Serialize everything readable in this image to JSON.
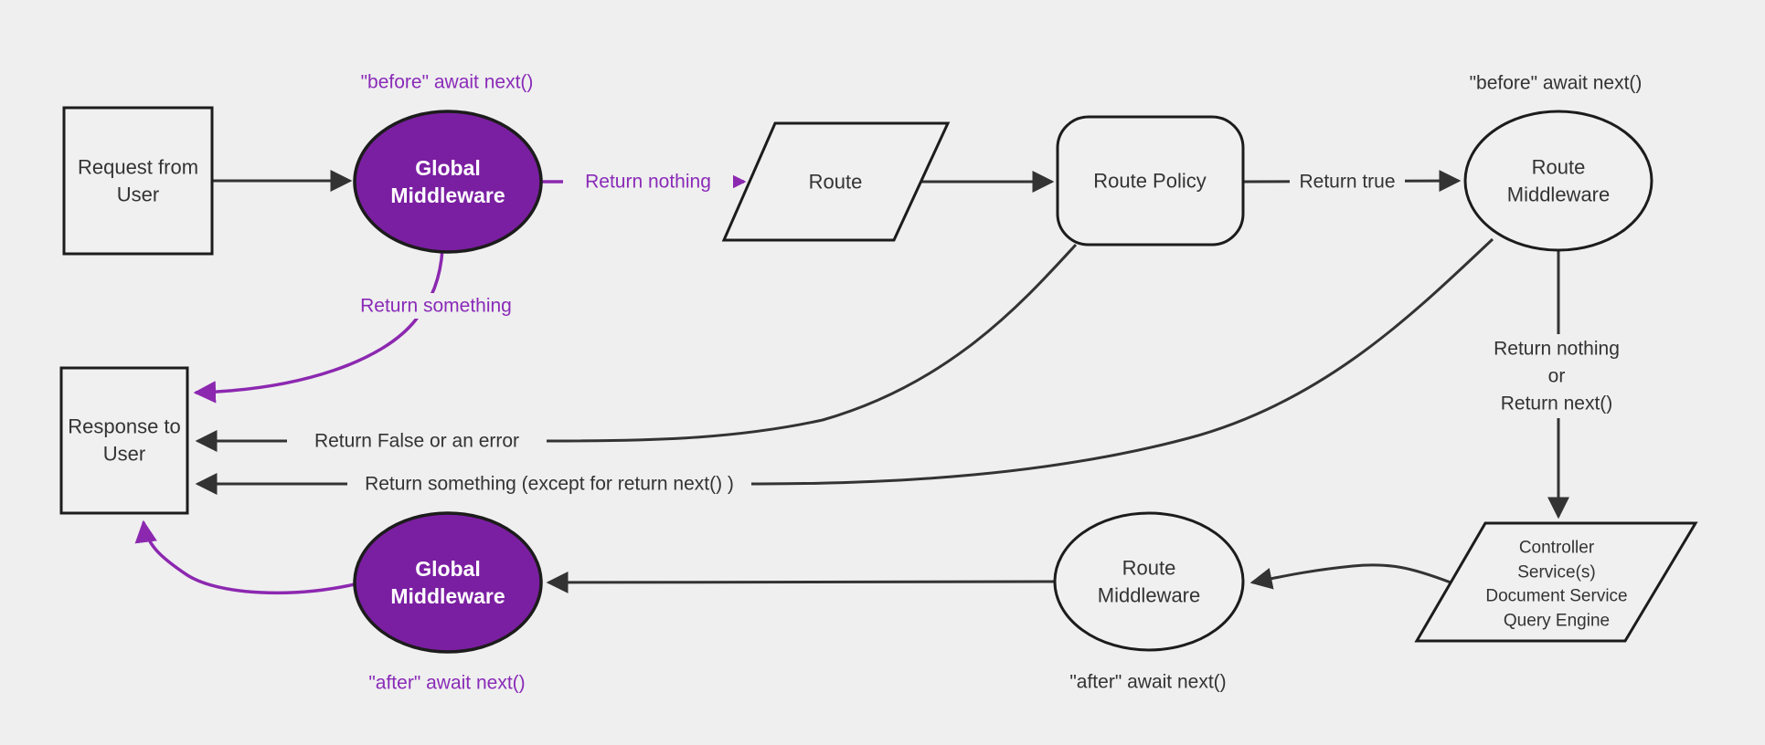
{
  "colors": {
    "background": "#efefef",
    "node_fill": "#f0f0f0",
    "node_border": "#1c1c1c",
    "line": "#333333",
    "text": "#333333",
    "purple_fill": "#7b1fa2",
    "purple_line": "#8c28b0",
    "purple_text": "#8a2bb8",
    "white_text": "#ffffff"
  },
  "nodes": {
    "request_from_user": {
      "lines": [
        "Request from",
        "User"
      ]
    },
    "global_middleware_top": {
      "lines": [
        "Global",
        "Middleware"
      ]
    },
    "route": {
      "label": "Route"
    },
    "route_policy": {
      "label": "Route Policy"
    },
    "route_middleware_top": {
      "lines": [
        "Route",
        "Middleware"
      ]
    },
    "controller_services": {
      "lines": [
        "Controller",
        "Service(s)",
        "Document Service",
        "Query Engine"
      ]
    },
    "route_middleware_bottom": {
      "lines": [
        "Route",
        "Middleware"
      ]
    },
    "global_middleware_bottom": {
      "lines": [
        "Global",
        "Middleware"
      ]
    },
    "response_to_user": {
      "lines": [
        "Response to",
        "User"
      ]
    }
  },
  "edge_labels": {
    "before_await_next_left": "\"before\" await next()",
    "return_nothing": "Return nothing",
    "return_something": "Return something",
    "return_true": "Return true",
    "before_await_next_right": "\"before\" await next()",
    "return_nothing_or": [
      "Return nothing",
      "or",
      "Return next()"
    ],
    "after_await_next_right": "\"after\" await next()",
    "after_await_next_left": "\"after\" await next()",
    "return_false_or_error": "Return False or an error",
    "return_something_except": "Return something (except for return next() )"
  }
}
